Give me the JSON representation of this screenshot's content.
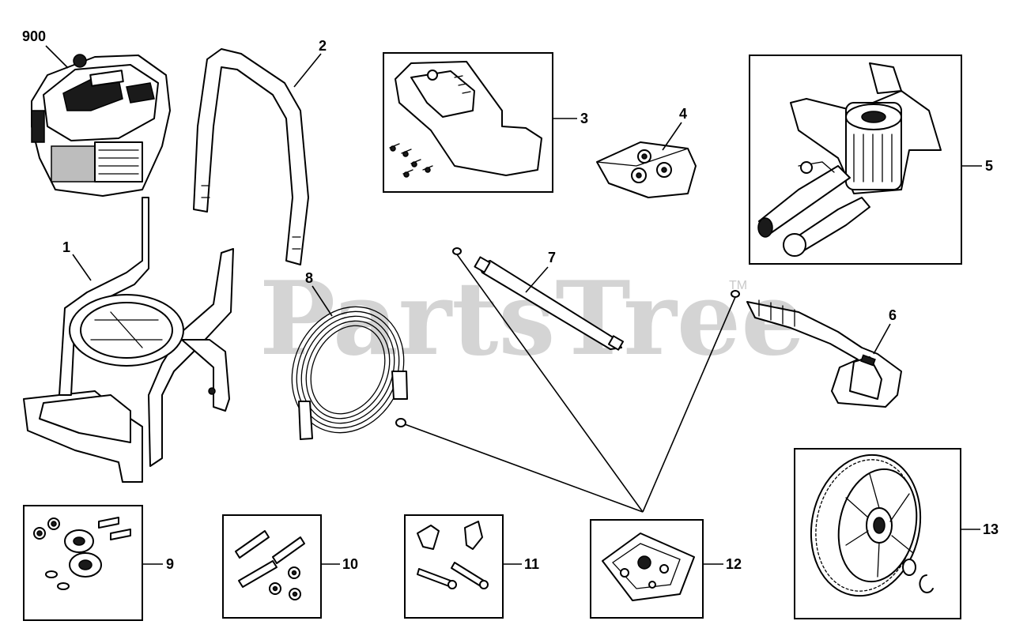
{
  "watermark": {
    "text": "PartsTree",
    "trademark": "TM"
  },
  "parts": [
    {
      "id": "p900",
      "label": "900"
    },
    {
      "id": "p1",
      "label": "1"
    },
    {
      "id": "p2",
      "label": "2"
    },
    {
      "id": "p3",
      "label": "3"
    },
    {
      "id": "p4",
      "label": "4"
    },
    {
      "id": "p5",
      "label": "5"
    },
    {
      "id": "p6",
      "label": "6"
    },
    {
      "id": "p7",
      "label": "7"
    },
    {
      "id": "p8",
      "label": "8"
    },
    {
      "id": "p9",
      "label": "9"
    },
    {
      "id": "p10",
      "label": "10"
    },
    {
      "id": "p11",
      "label": "11"
    },
    {
      "id": "p12",
      "label": "12"
    },
    {
      "id": "p13",
      "label": "13"
    }
  ]
}
